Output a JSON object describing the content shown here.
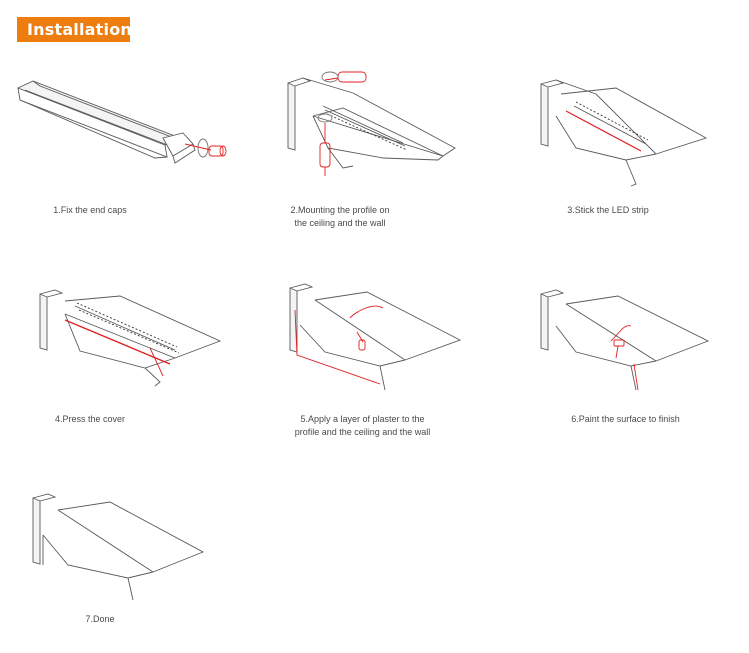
{
  "header": {
    "title": "Installation"
  },
  "steps": [
    {
      "caption": "1.Fix the end caps"
    },
    {
      "caption": "2.Mounting the profile on\nthe ceiling and the wall"
    },
    {
      "caption": "3.Stick the LED strip"
    },
    {
      "caption": "4.Press the cover"
    },
    {
      "caption": "5.Apply a layer of plaster to the\nprofile and the ceiling and the wall"
    },
    {
      "caption": "6.Paint the surface to finish"
    },
    {
      "caption": "7.Done"
    }
  ],
  "colors": {
    "accent": "#ee7d10",
    "highlight": "#e02020",
    "line": "#5a5a5a"
  }
}
